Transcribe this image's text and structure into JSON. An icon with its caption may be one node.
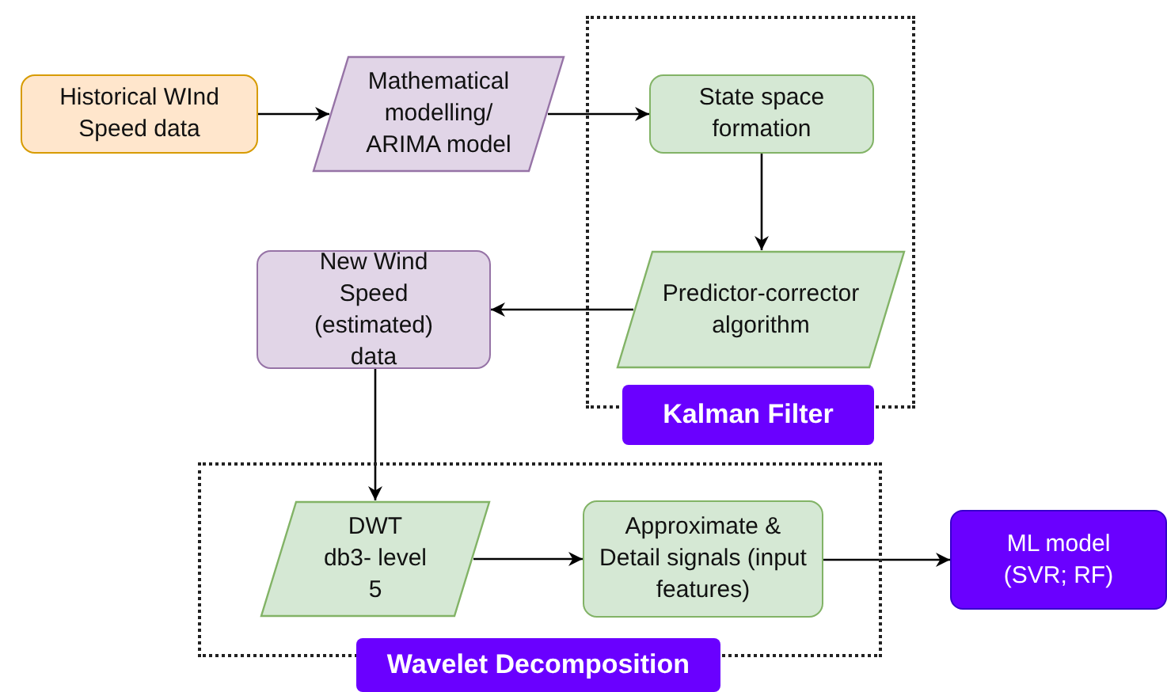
{
  "diagram": {
    "nodes": [
      {
        "text": [
          "Historical WInd Speed data"
        ]
      },
      {
        "text": [
          "Mathematical modelling/ ARIMA model"
        ]
      },
      {
        "text": [
          "Kalman Filter"
        ]
      },
      {
        "text": [
          "State space formation"
        ],
        "in": 2
      },
      {
        "text": [
          "Predictor-corrector algorithm"
        ],
        "in": 2
      },
      {
        "text": [
          "New Wind Speed (estimated) data"
        ]
      },
      {
        "text": [
          "Wavelet Decomposition"
        ]
      },
      {
        "text": [
          "DWT db3- level 5"
        ],
        "in": 6
      },
      {
        "text": [
          "Approximate & Detail signals (input features)"
        ],
        "in": 6
      },
      {
        "text": [
          "ML model (SVR; RF)"
        ]
      }
    ],
    "edges": [
      {
        "from": 0,
        "to": 1,
        "arrow": "to"
      },
      {
        "from": 1,
        "to": 3,
        "arrow": "to"
      },
      {
        "from": 3,
        "to": 4,
        "arrow": "to"
      },
      {
        "from": 4,
        "to": 5,
        "arrow": "to"
      },
      {
        "from": 5,
        "to": 7,
        "arrow": "to"
      },
      {
        "from": 7,
        "to": 8,
        "arrow": "to"
      },
      {
        "from": 8,
        "to": 9,
        "arrow": "to"
      }
    ]
  }
}
